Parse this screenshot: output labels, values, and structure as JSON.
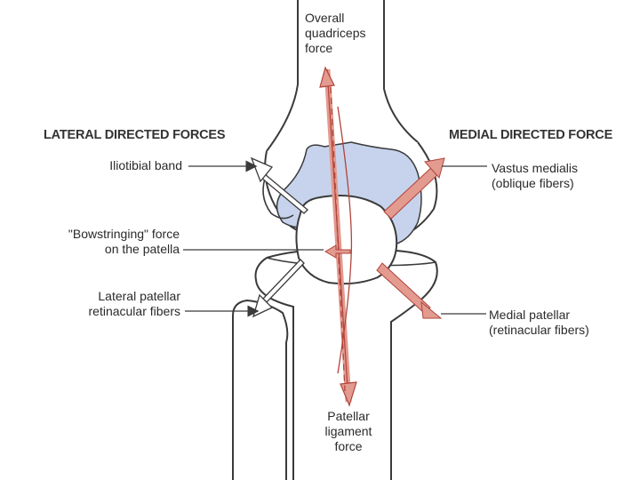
{
  "headings": {
    "lateral": "LATERAL DIRECTED FORCES",
    "medial": "MEDIAL DIRECTED FORCE"
  },
  "labels": {
    "overall_quadriceps": "Overall\nquadriceps\nforce",
    "iliotibial_band": "Iliotibial band",
    "bowstringing": "\"Bowstringing\" force\non the patella",
    "lateral_retinacular": "Lateral patellar\nretinacular fibers",
    "vastus_medialis": "Vastus medialis\n(oblique fibers)",
    "medial_patellar": "Medial patellar\n(retinacular fibers)",
    "patellar_ligament": "Patellar\nligament\nforce"
  },
  "colors": {
    "force_arrow": "#e39a8f",
    "force_arrow_dark": "#b0443b",
    "femoral_condyle": "#c7d3ec",
    "bone_outline": "#3a3a3a",
    "lateral_arrow_fill": "#ffffff"
  }
}
